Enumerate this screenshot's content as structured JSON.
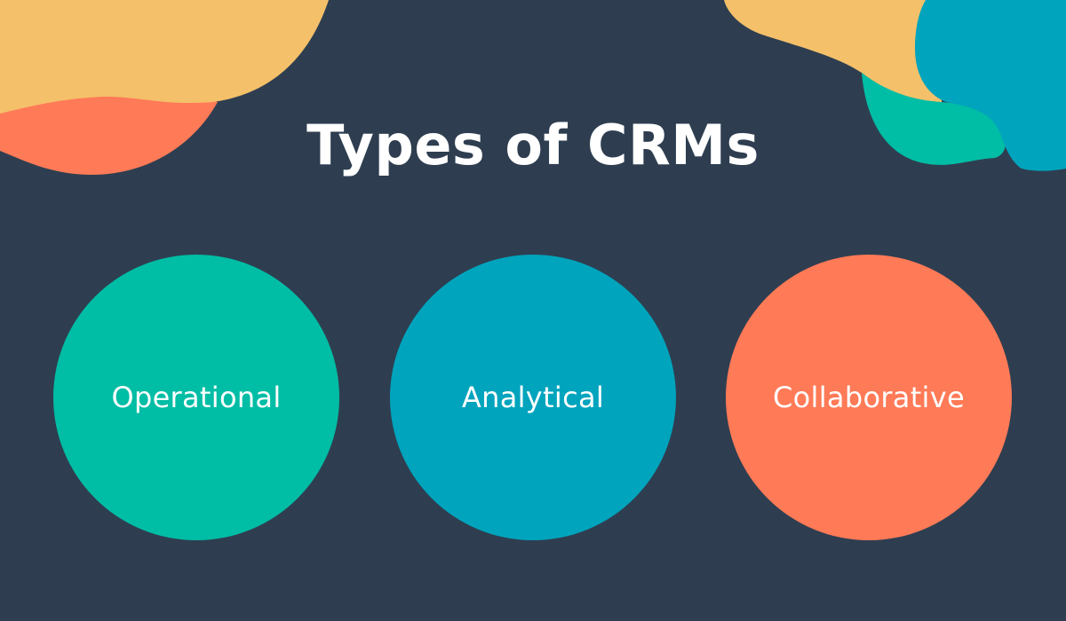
{
  "title": "Types of CRMs",
  "colors": {
    "background": "#2e3e50",
    "yellow": "#f4c06a",
    "orange": "#ff7a57",
    "teal": "#00bda5",
    "blue": "#00a4bd",
    "text": "#ffffff"
  },
  "circles": [
    {
      "label": "Operational",
      "color": "#00bda5"
    },
    {
      "label": "Analytical",
      "color": "#00a4bd"
    },
    {
      "label": "Collaborative",
      "color": "#ff7a57"
    }
  ]
}
